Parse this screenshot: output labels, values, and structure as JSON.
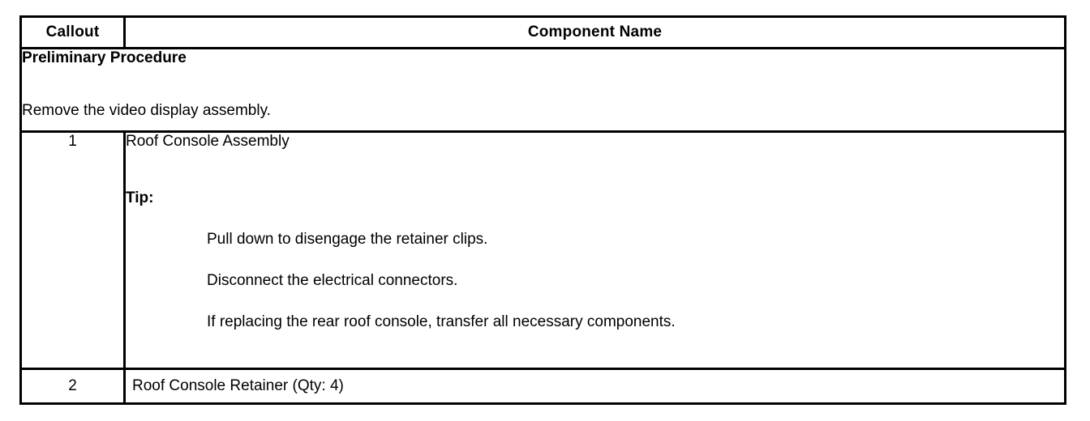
{
  "table": {
    "columns": [
      {
        "key": "callout",
        "header": "Callout"
      },
      {
        "key": "component_name",
        "header": "Component Name"
      }
    ],
    "preliminary": {
      "title": "Preliminary Procedure",
      "body": "Remove the video display assembly."
    },
    "rows": [
      {
        "callout": "1",
        "component_name": "Roof Console Assembly",
        "tip_label": "Tip:",
        "tips": [
          "Pull down to disengage the retainer clips.",
          "Disconnect the electrical connectors.",
          "If replacing the rear roof console, transfer all necessary components."
        ]
      },
      {
        "callout": "2",
        "component_name": "Roof Console Retainer (Qty: 4)"
      }
    ]
  },
  "colors": {
    "rule": "#000000",
    "text": "#000000",
    "page": "#ffffff"
  }
}
